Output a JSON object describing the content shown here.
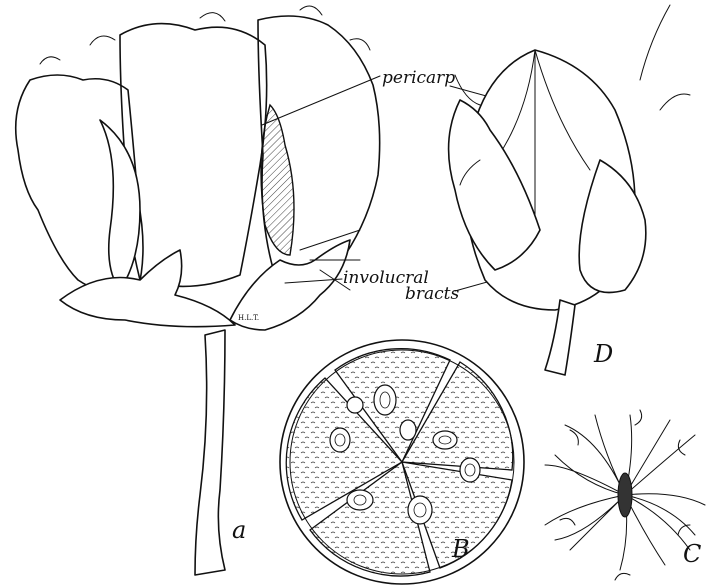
{
  "labels": {
    "pericarp": "pericarp",
    "involucral_line1": "involucral",
    "involucral_line2": "bracts",
    "signature": "H.L.T."
  },
  "panels": {
    "a": "a",
    "b": "B",
    "c": "C",
    "d": "D"
  }
}
